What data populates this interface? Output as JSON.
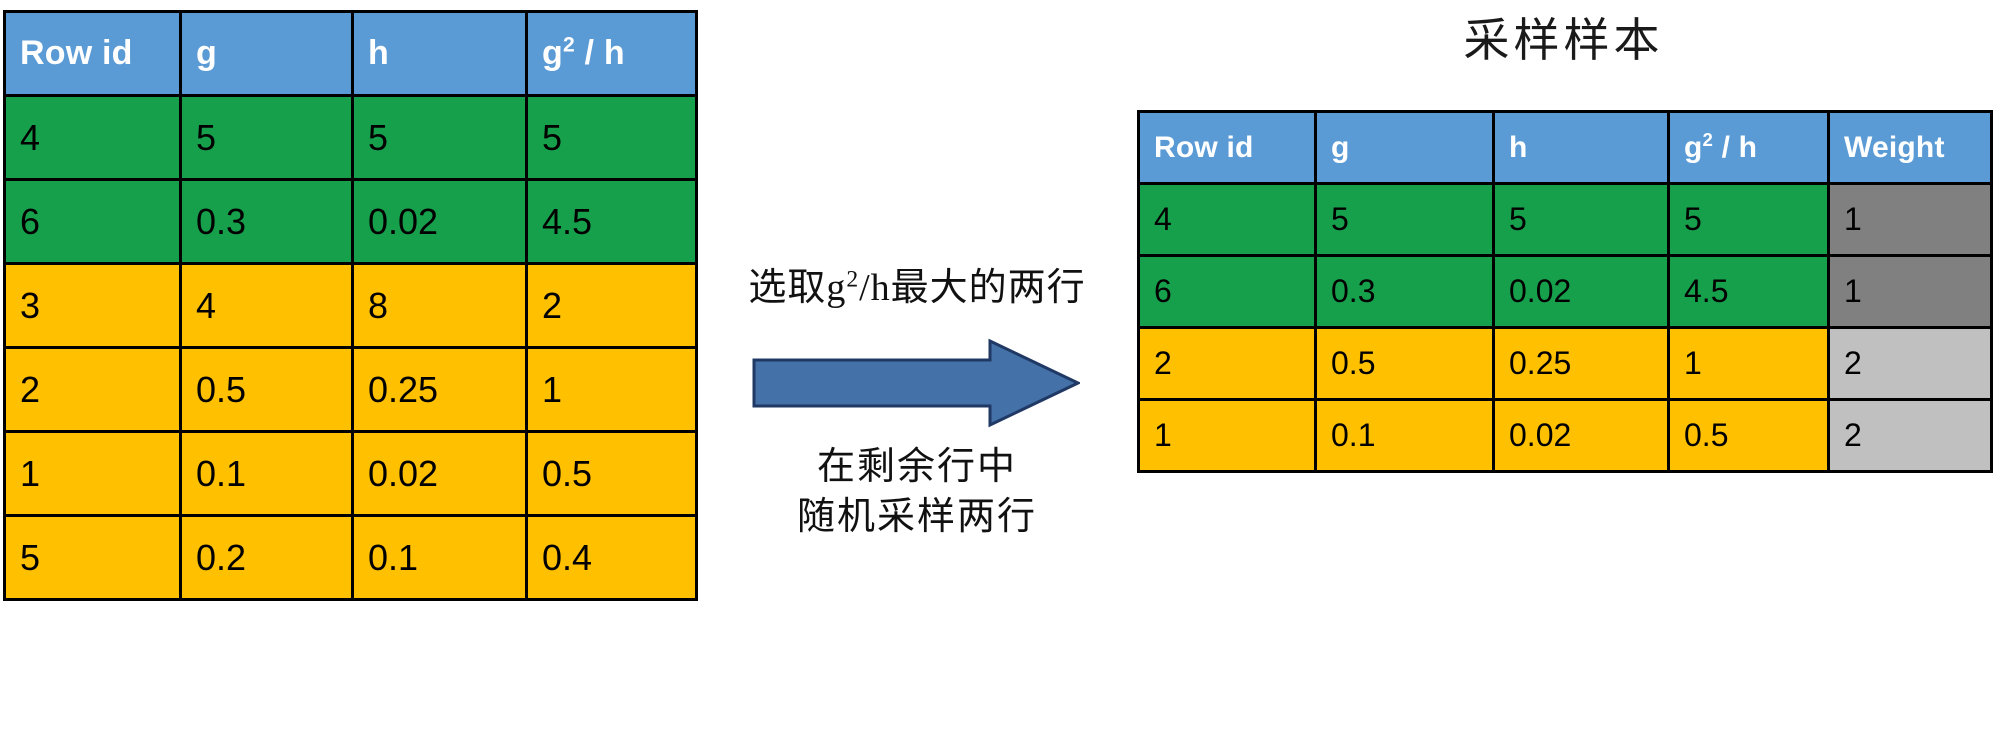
{
  "source_table": {
    "name": "source-rows-table",
    "headers": [
      "Row id",
      "g",
      "h",
      "g",
      "/ h"
    ],
    "header_cells": [
      {
        "text": "Row id",
        "sup": ""
      },
      {
        "text": "g",
        "sup": ""
      },
      {
        "text": "h",
        "sup": ""
      },
      {
        "text": "g",
        "sup": "2",
        "tail": " / h"
      }
    ],
    "rows": [
      {
        "highlight": "green",
        "cells": [
          "4",
          "5",
          "5",
          "5"
        ]
      },
      {
        "highlight": "green",
        "cells": [
          "6",
          "0.3",
          "0.02",
          "4.5"
        ]
      },
      {
        "highlight": "yellow",
        "cells": [
          "3",
          "4",
          "8",
          "2"
        ]
      },
      {
        "highlight": "yellow",
        "cells": [
          "2",
          "0.5",
          "0.25",
          "1"
        ]
      },
      {
        "highlight": "yellow",
        "cells": [
          "1",
          "0.1",
          "0.02",
          "0.5"
        ]
      },
      {
        "highlight": "yellow",
        "cells": [
          "5",
          "0.2",
          "0.1",
          "0.4"
        ]
      }
    ]
  },
  "sample_table": {
    "title": "采样样本",
    "name": "sampled-rows-table",
    "header_cells": [
      {
        "text": "Row id",
        "sup": ""
      },
      {
        "text": "g",
        "sup": ""
      },
      {
        "text": "h",
        "sup": ""
      },
      {
        "text": "g",
        "sup": "2",
        "tail": " / h"
      },
      {
        "text": "Weight",
        "sup": ""
      }
    ],
    "rows": [
      {
        "highlight": "green",
        "weight_shade": "dark",
        "cells": [
          "4",
          "5",
          "5",
          "5",
          "1"
        ]
      },
      {
        "highlight": "green",
        "weight_shade": "dark",
        "cells": [
          "6",
          "0.3",
          "0.02",
          "4.5",
          "1"
        ]
      },
      {
        "highlight": "yellow",
        "weight_shade": "light",
        "cells": [
          "2",
          "0.5",
          "0.25",
          "1",
          "2"
        ]
      },
      {
        "highlight": "yellow",
        "weight_shade": "light",
        "cells": [
          "1",
          "0.1",
          "0.02",
          "0.5",
          "2"
        ]
      }
    ]
  },
  "annotations": {
    "select_top_label_prefix": "选取g",
    "select_top_label_sup": "2",
    "select_top_label_suffix": "/h最大的两行",
    "random_sample_line1": "在剩余行中",
    "random_sample_line2": "随机采样两行",
    "arrow_icon": "right-arrow-icon"
  },
  "colors": {
    "header_blue": "#5B9BD5",
    "green": "#17A04C",
    "yellow": "#FFC000",
    "gray_dark": "#808080",
    "gray_light": "#C0C0C0",
    "arrow_fill": "#4472A8",
    "arrow_stroke": "#1F3864",
    "border": "#000000"
  }
}
